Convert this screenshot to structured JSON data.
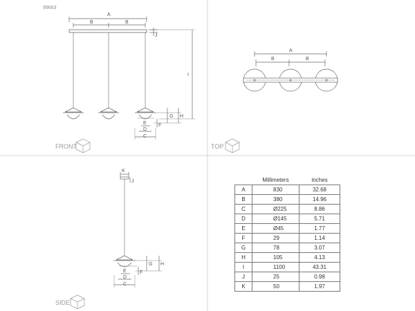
{
  "drawing": {
    "code": "99663",
    "views": {
      "front": "FRONT",
      "top": "TOP",
      "side": "SIDE"
    },
    "front_labels": {
      "A": "A",
      "B1": "B",
      "B2": "B",
      "J": "J",
      "I": "I",
      "G": "G",
      "H": "H",
      "E": "E",
      "F": "F",
      "D": "D",
      "C": "C"
    },
    "top_labels": {
      "A": "A",
      "B1": "B",
      "B2": "B"
    },
    "side_labels": {
      "K": "K",
      "J": "J",
      "G": "G",
      "H": "H",
      "E": "E",
      "F": "F",
      "D": "D",
      "C": "C"
    }
  },
  "table": {
    "headers": {
      "letter": "",
      "mm": "Millimeters",
      "in": "inches"
    },
    "rows": [
      {
        "letter": "A",
        "mm": "830",
        "in": "32.68"
      },
      {
        "letter": "B",
        "mm": "380",
        "in": "14.96"
      },
      {
        "letter": "C",
        "mm": "Ø225",
        "in": "8.86"
      },
      {
        "letter": "D",
        "mm": "Ø145",
        "in": "5.71"
      },
      {
        "letter": "E",
        "mm": "Ø45",
        "in": "1.77"
      },
      {
        "letter": "F",
        "mm": "29",
        "in": "1.14"
      },
      {
        "letter": "G",
        "mm": "78",
        "in": "3.07"
      },
      {
        "letter": "H",
        "mm": "105",
        "in": "4.13"
      },
      {
        "letter": "I",
        "mm": "1100",
        "in": "43.31"
      },
      {
        "letter": "J",
        "mm": "25",
        "in": "0.98"
      },
      {
        "letter": "K",
        "mm": "50",
        "in": "1.97"
      }
    ]
  }
}
